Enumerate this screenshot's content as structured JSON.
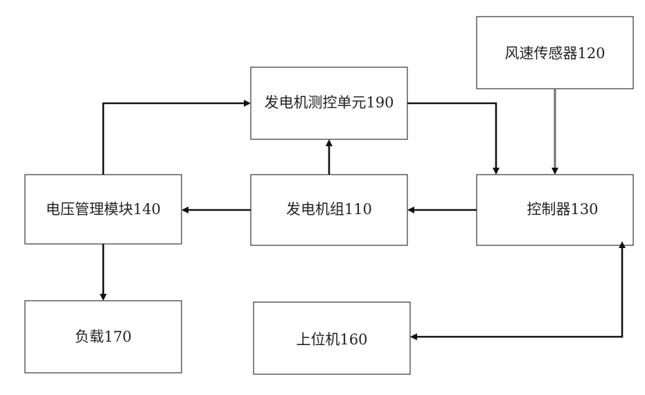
{
  "diagram": {
    "nodes": {
      "wind_sensor": "风速传感器120",
      "monitor_unit": "发电机测控单元190",
      "voltage_module": "电压管理模块140",
      "generator_set": "发电机组110",
      "controller": "控制器130",
      "load": "负载170",
      "host_computer": "上位机160"
    },
    "edges": [
      {
        "from": "voltage_module",
        "to": "monitor_unit"
      },
      {
        "from": "monitor_unit",
        "to": "controller"
      },
      {
        "from": "wind_sensor",
        "to": "controller"
      },
      {
        "from": "generator_set",
        "to": "monitor_unit"
      },
      {
        "from": "controller",
        "to": "generator_set"
      },
      {
        "from": "generator_set",
        "to": "voltage_module"
      },
      {
        "from": "voltage_module",
        "to": "load"
      },
      {
        "from": "controller",
        "to": "host_computer",
        "bidirectional": true
      }
    ],
    "colors": {
      "line": "#111111",
      "box_border": "#333333",
      "sensor_line": "#6e6e6e"
    }
  }
}
